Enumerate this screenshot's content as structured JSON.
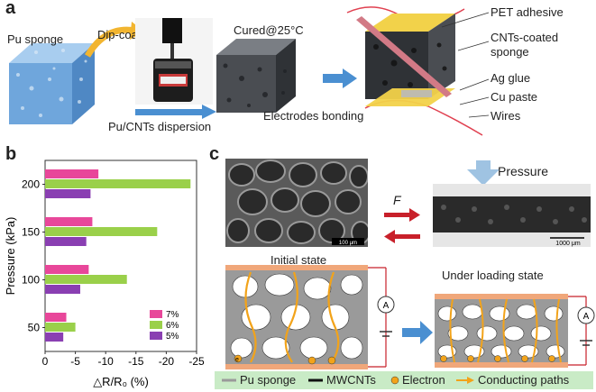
{
  "panel_a": {
    "letter": "a",
    "pu_sponge": "Pu sponge",
    "dip_coating": "Dip-coating",
    "dispersion": "Pu/CNTs dispersion",
    "cured": "Cured@25°C",
    "bonding": "Electrodes bonding",
    "legend": {
      "pet": "PET adhesive",
      "cnts1": "CNTs-coated",
      "cnts2": "sponge",
      "ag": "Ag glue",
      "cu": "Cu paste",
      "wires": "Wires"
    },
    "colors": {
      "sponge_blue": "#7fb2e0",
      "arrow_blue": "#4a8fd1",
      "pet_yellow": "#f2d24a"
    }
  },
  "panel_b": {
    "letter": "b"
  },
  "chart_data": {
    "type": "bar",
    "orientation": "horizontal",
    "categories": [
      "50",
      "100",
      "150",
      "200"
    ],
    "series": [
      {
        "name": "7%",
        "color": "#e8479a",
        "values": [
          -3.5,
          -7.2,
          -7.8,
          -8.8
        ]
      },
      {
        "name": "6%",
        "color": "#9ad04a",
        "values": [
          -5.0,
          -13.5,
          -18.5,
          -24.0
        ]
      },
      {
        "name": "5%",
        "color": "#8a3fb2",
        "values": [
          -3.0,
          -5.8,
          -6.8,
          -7.5
        ]
      }
    ],
    "ylabel": "Pressure (kPa)",
    "xlabel": "△R/R₀ (%)",
    "xlim": [
      0,
      -25
    ],
    "xticks": [
      "0",
      "-5",
      "-10",
      "-15",
      "-20",
      "-25"
    ],
    "legend_position": "bottom-right"
  },
  "panel_c": {
    "letter": "c",
    "pressure": "Pressure",
    "force": "F",
    "scale_sem": "100 μm",
    "scale_photo": "1000 μm",
    "initial": "Initial state",
    "loading": "Under loading state",
    "ammeter": "A",
    "electron_symbol": "e",
    "legend": {
      "pu": "Pu sponge",
      "mwcnt": "MWCNTs",
      "electron": "Electron",
      "paths": "Conducting paths"
    },
    "colors": {
      "legend_bg": "#c9ebc6",
      "path_orange": "#f2a31a",
      "electrode": "#f0a77a",
      "red_arrow": "#c8202a"
    }
  }
}
